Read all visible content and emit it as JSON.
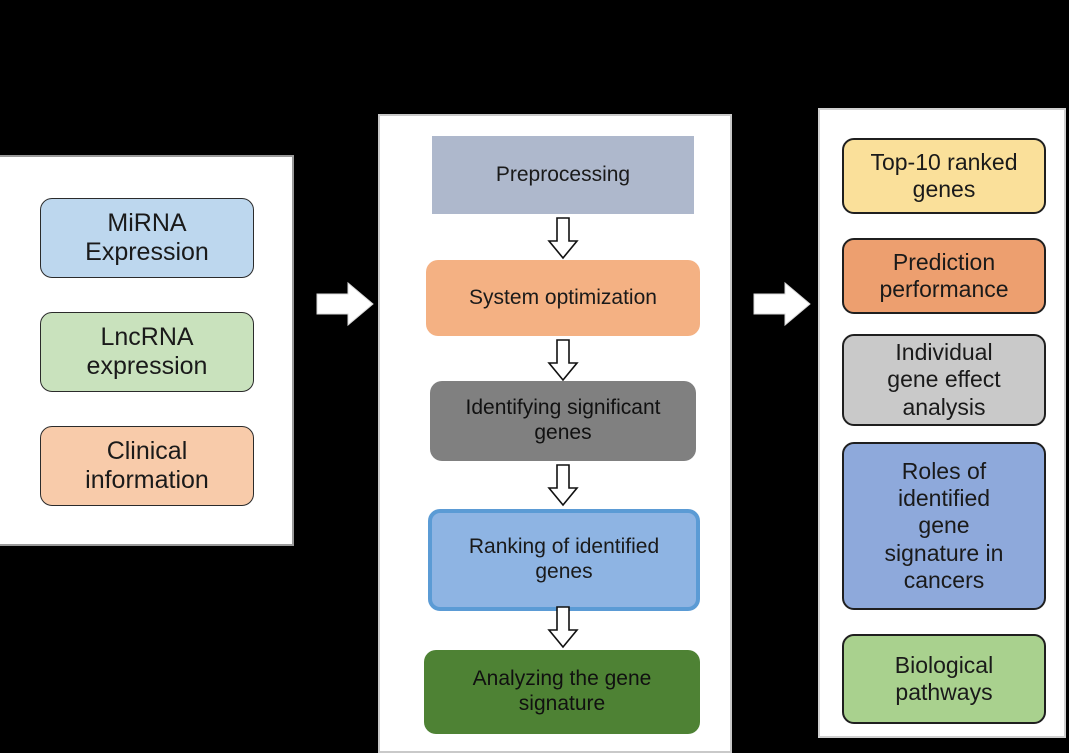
{
  "figure": {
    "type": "flowchart",
    "background_color": "#000000",
    "columns": [
      {
        "id": "inputs",
        "name": "input-data-panel",
        "nodes": [
          {
            "label": "MiRNA\nExpression",
            "color": "#bdd7ee"
          },
          {
            "label": "LncRNA\nexpression",
            "color": "#c9e2bd"
          },
          {
            "label": "Clinical\ninformation",
            "color": "#f8cbaa"
          }
        ]
      },
      {
        "id": "pipeline",
        "name": "analysis-pipeline-panel",
        "nodes": [
          {
            "label": "Preprocessing",
            "color": "#aeb8cc"
          },
          {
            "label": "System optimization",
            "color": "#f4b183"
          },
          {
            "label": "Identifying significant\ngenes",
            "color": "#808080"
          },
          {
            "label": "Ranking of identified\ngenes",
            "color": "#8eb4e3",
            "border_color": "#5b9bd5"
          },
          {
            "label": "Analyzing the  gene\nsignature",
            "color": "#4e8234"
          }
        ]
      },
      {
        "id": "outputs",
        "name": "results-panel",
        "nodes": [
          {
            "label": "Top-10 ranked\ngenes",
            "color": "#fae09a"
          },
          {
            "label": "Prediction\nperformance",
            "color": "#ed9f6f"
          },
          {
            "label": "Individual\ngene effect\nanalysis",
            "color": "#c9c9c9"
          },
          {
            "label": "Roles of\nidentified\ngene\nsignature in\ncancers",
            "color": "#8ea9db"
          },
          {
            "label": "Biological\npathways",
            "color": "#a9d18e"
          }
        ]
      }
    ],
    "connectors": {
      "horizontal": [
        {
          "name": "arrow-inputs-to-pipeline",
          "direction": "right",
          "fill": "#ffffff"
        },
        {
          "name": "arrow-pipeline-to-outputs",
          "direction": "right",
          "fill": "#ffffff"
        }
      ],
      "vertical": [
        {
          "name": "arrow-preprocessing-to-system-optimization",
          "direction": "down",
          "fill": "#ffffff"
        },
        {
          "name": "arrow-system-optimization-to-identifying-genes",
          "direction": "down",
          "fill": "#ffffff"
        },
        {
          "name": "arrow-identifying-genes-to-ranking",
          "direction": "down",
          "fill": "#ffffff"
        },
        {
          "name": "arrow-ranking-to-analyzing",
          "direction": "down",
          "fill": "#ffffff"
        }
      ]
    }
  }
}
